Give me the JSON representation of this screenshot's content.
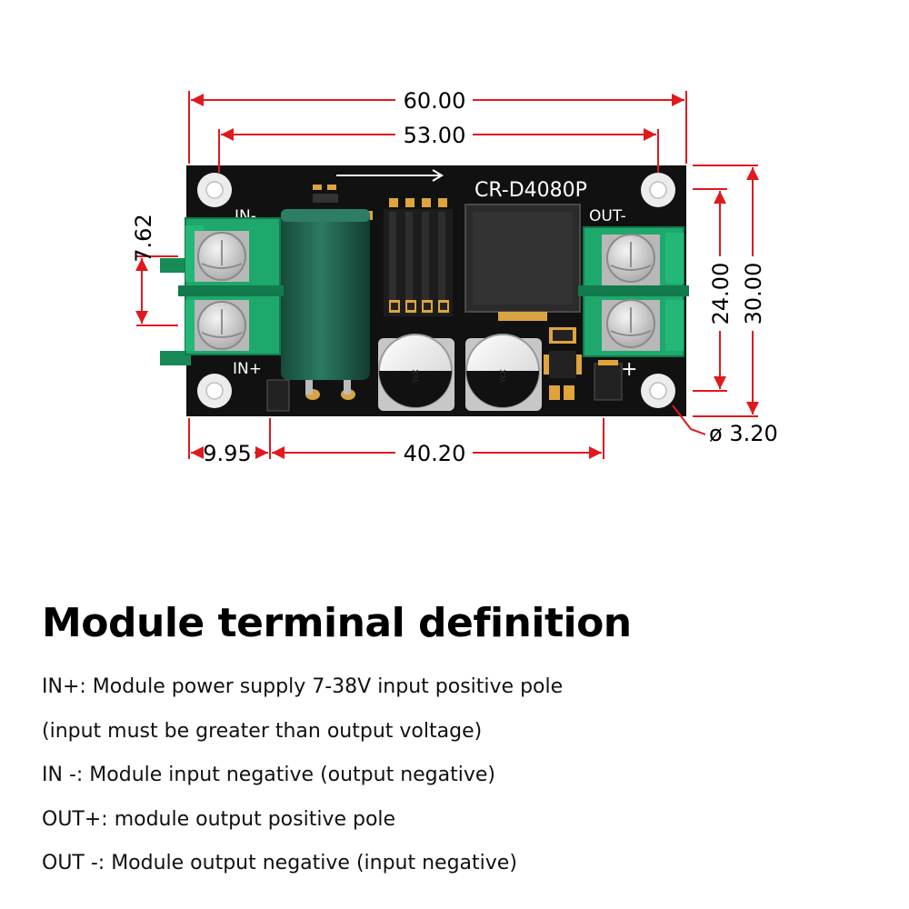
{
  "board": {
    "model": "CR-D4080P",
    "labels": {
      "in_minus": "IN-",
      "in_plus": "IN+",
      "out_minus": "OUT-",
      "out_plus": "+"
    },
    "cap_mark": "E",
    "cap_subtext": "YcX",
    "colors": {
      "pcb": "#111111",
      "terminal": "#19a86a",
      "dimension": "#e0191e",
      "capacitor": "#1f5a48"
    }
  },
  "dimensions": {
    "width_total": "60.00",
    "hole_spacing_x": "53.00",
    "height_total": "30.00",
    "hole_spacing_y": "24.00",
    "terminal_pitch": "7.62",
    "hole_diameter": "ø 3.20",
    "left_offset": "9.95",
    "terminal_spacing": "40.20"
  },
  "section": {
    "title": "Module terminal definition",
    "lines": [
      "IN+: Module power supply 7-38V input positive pole",
      "(input must be greater than output voltage)",
      "IN -: Module input negative (output negative)",
      "OUT+: module output positive pole",
      "OUT -: Module output negative (input negative)"
    ]
  }
}
